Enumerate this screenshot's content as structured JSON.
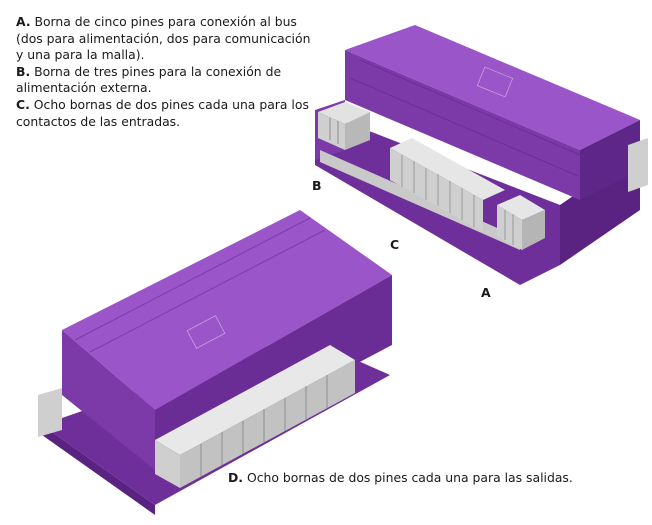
{
  "legend": [
    {
      "letter": "A.",
      "text": " Borna de cinco pines para conexión al bus (dos para alimentación, dos para comunicación y una para la malla)."
    },
    {
      "letter": "B.",
      "text": " Borna de tres pines para la conexión de alimentación externa."
    },
    {
      "letter": "C.",
      "text": " Ocho bornas de dos pines cada una para los contactos de las entradas."
    }
  ],
  "callouts": {
    "b": "B",
    "c": "C",
    "a": "A"
  },
  "caption": {
    "letter": "D.",
    "text": " Ocho bornas de dos pines cada una para las salidas."
  },
  "colors": {
    "housing_top": "#8a45b8",
    "housing_side": "#6e2f9a",
    "housing_dark": "#5a2382",
    "terminal": "#d4d4d4"
  }
}
